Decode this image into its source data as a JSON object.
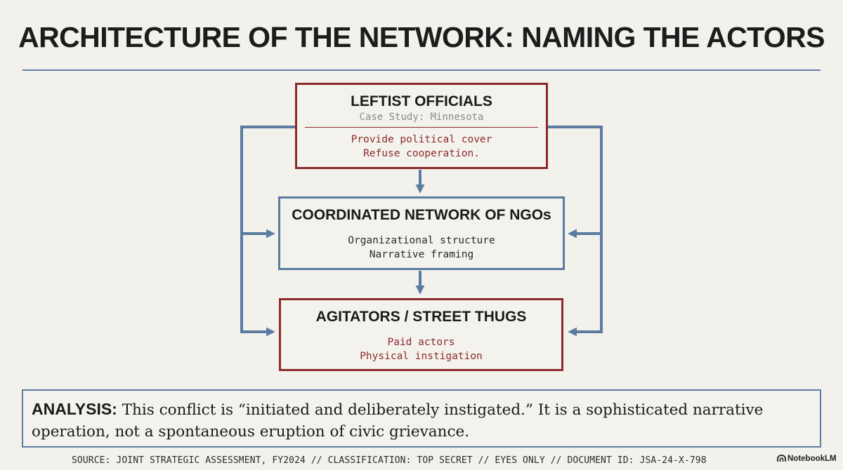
{
  "title": "ARCHITECTURE OF THE NETWORK: NAMING THE ACTORS",
  "nodes": {
    "top": {
      "title": "LEFTIST OFFICIALS",
      "subtitle": "Case Study: Minnesota",
      "lines": [
        "Provide political cover",
        "Refuse cooperation."
      ]
    },
    "middle": {
      "title": "COORDINATED NETWORK OF NGOs",
      "lines": [
        "Organizational structure",
        "Narrative framing"
      ]
    },
    "bottom": {
      "title": "AGITATORS / STREET THUGS",
      "lines": [
        "Paid actors",
        "Physical instigation"
      ]
    }
  },
  "analysis": {
    "label": "ANALYSIS:",
    "text": "This conflict is “initiated and deliberately instigated.” It is a sophisticated narrative operation, not a spontaneous eruption of civic grievance."
  },
  "footer": "SOURCE: JOINT STRATEGIC ASSESSMENT, FY2024 // CLASSIFICATION: TOP SECRET // EYES ONLY // DOCUMENT ID: JSA-24-X-798",
  "brand": {
    "name": "NotebookLM",
    "icon": "notebooklm-logo-icon"
  },
  "colors": {
    "background": "#f3f1ec",
    "accent_red": "#8b2a2a",
    "accent_blue": "#5a7ca0",
    "title_text": "#1c1c1c"
  }
}
